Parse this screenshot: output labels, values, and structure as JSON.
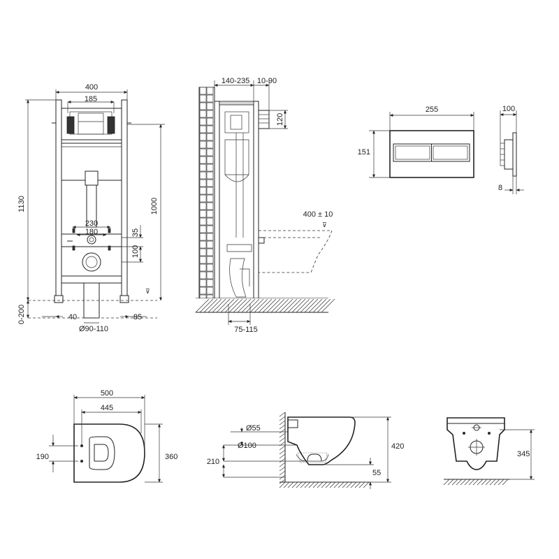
{
  "frame_front": {
    "dim_width": "400",
    "dim_bracket": "185",
    "dim_height": "1130",
    "dim_height_inner": "1000",
    "dim_pipe_spacing_outer": "230",
    "dim_pipe_spacing_inner": "180",
    "dim_35": "35",
    "dim_100": "100",
    "dim_floor": "0-200",
    "dim_40": "40",
    "dim_85": "85",
    "dim_drain": "Ø90-110"
  },
  "frame_side": {
    "dim_depth": "140-235",
    "dim_offset": "10-90",
    "dim_120": "120",
    "dim_bowl_height": "400 ± 10",
    "dim_base": "75-115"
  },
  "flush_plate": {
    "dim_width": "255",
    "dim_height": "151",
    "dim_depth": "100",
    "dim_thickness": "8"
  },
  "toilet_top": {
    "dim_length": "500",
    "dim_holes": "445",
    "dim_190": "190",
    "dim_width": "360"
  },
  "toilet_side": {
    "dim_inlet": "Ø55",
    "dim_outlet": "Ø100",
    "dim_210": "210",
    "dim_height": "420",
    "dim_55": "55"
  },
  "toilet_back": {
    "dim_345": "345"
  }
}
